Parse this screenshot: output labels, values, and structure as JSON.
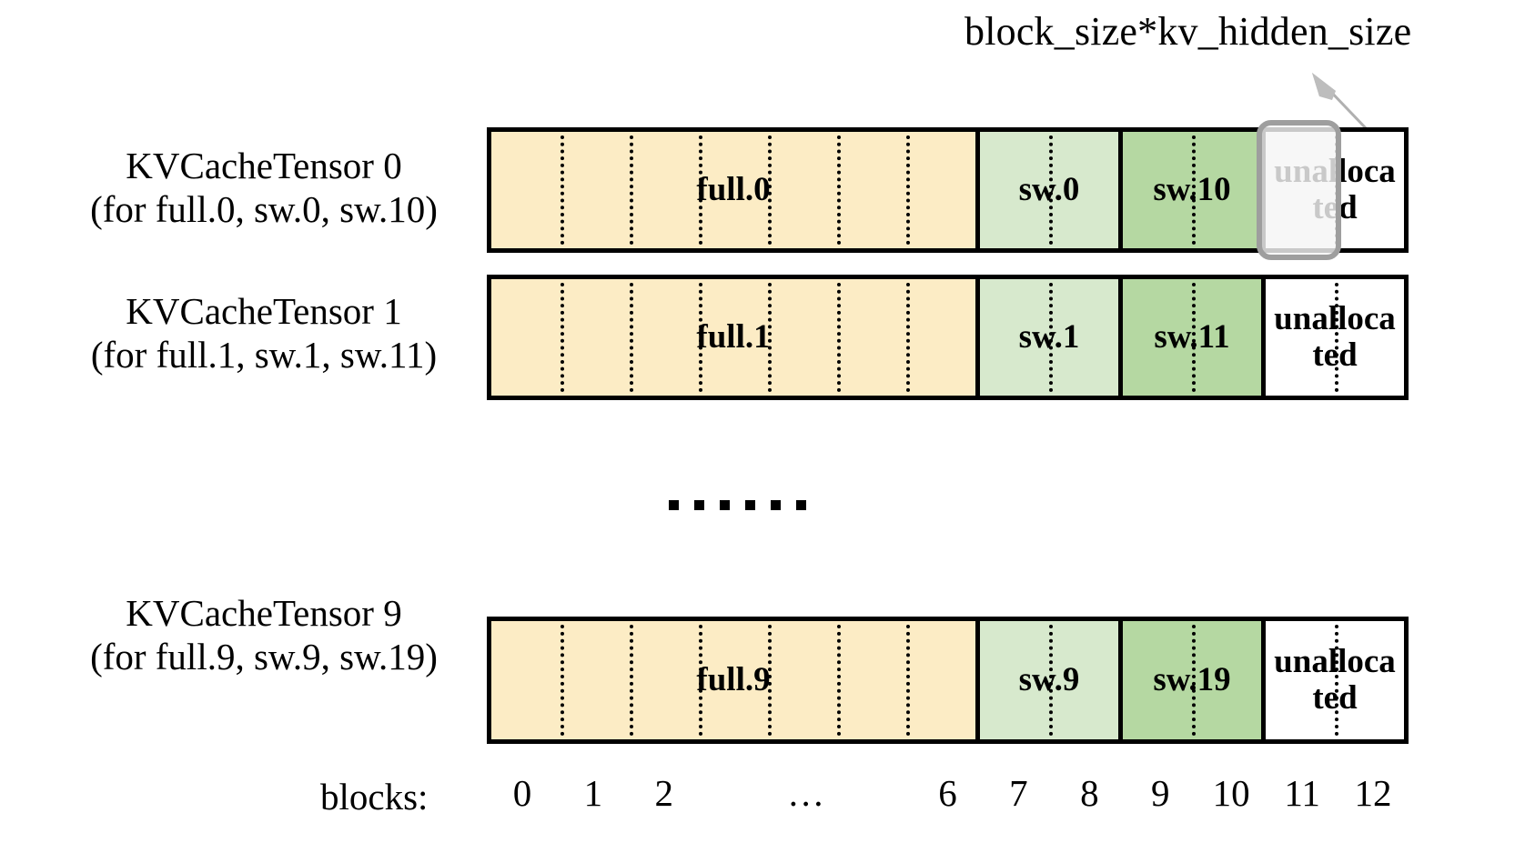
{
  "callout": {
    "text": "block_size*kv_hidden_size",
    "arrow_icon": "arrow-up-left-icon",
    "target_block": 11,
    "target_row": 0
  },
  "colors": {
    "full": "#FCECC5",
    "sw_light": "#D7E9CD",
    "sw_dark": "#B5D8A2",
    "unallocated": "#FFFFFF",
    "border": "#000000",
    "highlight_border": "#9E9E9E",
    "highlight_fill": "#F5F5F5",
    "arrow": "#B0B0B0",
    "text": "#000000"
  },
  "rows": [
    {
      "label_line1": "KVCacheTensor 0",
      "label_line2": "(for full.0, sw.0, sw.10)",
      "segments": [
        {
          "name": "full.0",
          "blocks": 7,
          "color_key": "full",
          "first_block": 0
        },
        {
          "name": "sw.0",
          "blocks": 2,
          "color_key": "sw_light",
          "first_block": 7
        },
        {
          "name": "sw.10",
          "blocks": 2,
          "color_key": "sw_dark",
          "first_block": 9
        },
        {
          "name": "unalloca ted",
          "blocks": 2,
          "color_key": "unallocated",
          "first_block": 11
        }
      ]
    },
    {
      "label_line1": "KVCacheTensor 1",
      "label_line2": "(for full.1, sw.1, sw.11)",
      "segments": [
        {
          "name": "full.1",
          "blocks": 7,
          "color_key": "full",
          "first_block": 0
        },
        {
          "name": "sw.1",
          "blocks": 2,
          "color_key": "sw_light",
          "first_block": 7
        },
        {
          "name": "sw.11",
          "blocks": 2,
          "color_key": "sw_dark",
          "first_block": 9
        },
        {
          "name": "unalloca ted",
          "blocks": 2,
          "color_key": "unallocated",
          "first_block": 11
        }
      ]
    },
    {
      "label_line1": "KVCacheTensor 9",
      "label_line2": "(for full.9, sw.9, sw.19)",
      "segments": [
        {
          "name": "full.9",
          "blocks": 7,
          "color_key": "full",
          "first_block": 0
        },
        {
          "name": "sw.9",
          "blocks": 2,
          "color_key": "sw_light",
          "first_block": 7
        },
        {
          "name": "sw.19",
          "blocks": 2,
          "color_key": "sw_dark",
          "first_block": 9
        },
        {
          "name": "unalloca ted",
          "blocks": 2,
          "color_key": "unallocated",
          "first_block": 11
        }
      ]
    }
  ],
  "ellipsis": {
    "dots": 6
  },
  "axis": {
    "title": "blocks:",
    "ticks": [
      "0",
      "1",
      "2",
      "…",
      "6",
      "7",
      "8",
      "9",
      "10",
      "11",
      "12"
    ],
    "tick_block_spans": [
      1,
      1,
      1,
      3,
      1,
      1,
      1,
      1,
      1,
      1,
      1
    ]
  }
}
